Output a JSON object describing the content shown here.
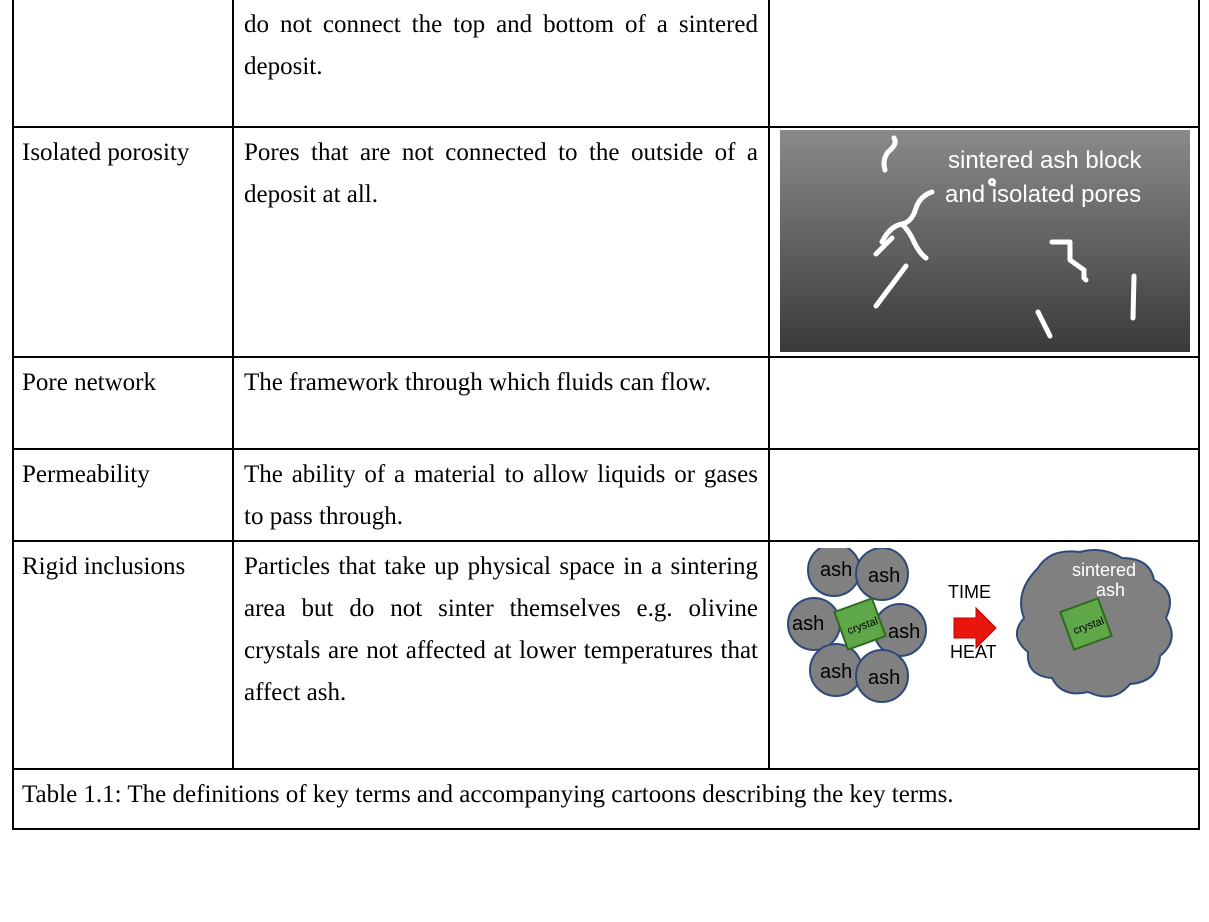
{
  "table": {
    "rows": [
      {
        "term": "",
        "definition": "do not connect the top and bottom of a sintered deposit."
      },
      {
        "term": "Isolated porosity",
        "definition": "Pores that are not connected to the outside of a deposit at all."
      },
      {
        "term": "Pore network",
        "definition": "The framework through which fluids can flow."
      },
      {
        "term": "Permeability",
        "definition": "The ability of a material to allow liquids or gases to pass through."
      },
      {
        "term": "Rigid inclusions",
        "definition": "Particles that take up physical space in a sintering area but do not sinter themselves e.g. olivine crystals are not affected at lower temperatures that affect ash."
      }
    ],
    "caption": "Table 1.1: The definitions of key terms and accompanying cartoons describing the key terms."
  },
  "figure_isolated": {
    "label_line1": "sintered ash block",
    "label_line2": "and isolated pores",
    "colors": {
      "gradient_top": "#8a8a8a",
      "gradient_bottom": "#3a3a3a",
      "pore": "#ffffff"
    }
  },
  "figure_inclusions": {
    "particle_labels": [
      "ash",
      "ash",
      "ash",
      "ash",
      "ash",
      "ash"
    ],
    "crystal_label": "crystal",
    "arrow_top": "TIME",
    "arrow_bottom": "HEAT",
    "sintered_line1": "sintered",
    "sintered_line2": "ash",
    "crystal_label_right": "crystal",
    "colors": {
      "particle": "#808080",
      "outline": "#2f4a7a",
      "crystal": "#5fa84a",
      "arrow": "#e8160c"
    }
  }
}
